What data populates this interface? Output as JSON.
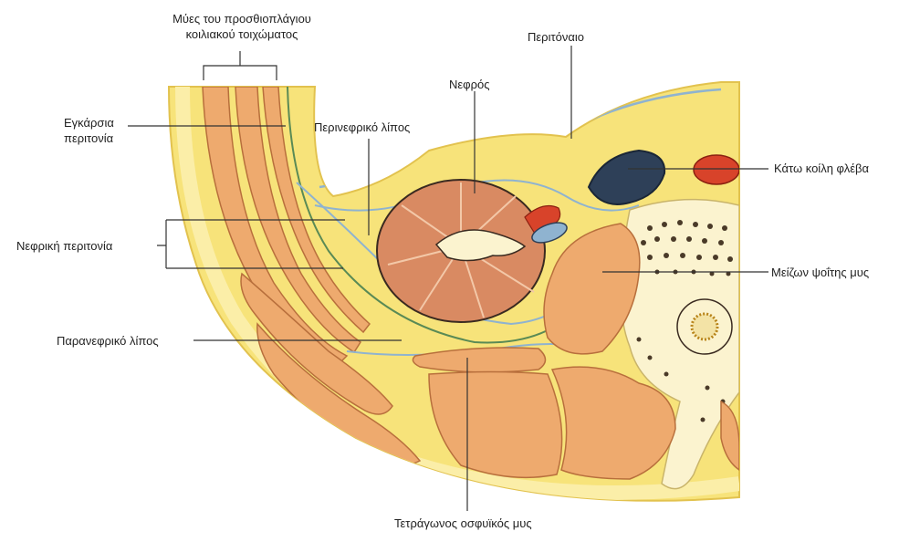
{
  "labels": {
    "muscles_line1": "Μύες του προσθιοπλάγιου",
    "muscles_line2": "κοιλιακού τοιχώματος",
    "peritoneum": "Περιτόναιο",
    "kidney": "Νεφρός",
    "transverse_fascia_line1": "Εγκάρσια",
    "transverse_fascia_line2": "περιτονία",
    "perirenal_fat": "Περινεφρικό λίπος",
    "inferior_vena_cava": "Κάτω κοίλη φλέβα",
    "renal_fascia": "Νεφρική περιτονία",
    "psoas_major": "Μείζων ψοΐτης μυς",
    "pararenal_fat": "Παρανεφρικό λίπος",
    "quadratus_lumborum": "Τετράγωνος οσφυϊκός μυς"
  },
  "colors": {
    "fat": "#f7e37a",
    "fat_edge": "#e2c24e",
    "muscle": "#eeaa6e",
    "muscle_edge": "#b86f3c",
    "kidney": "#d98a62",
    "kidney_edge": "#3a2a20",
    "fascia_blue": "#8fb3d0",
    "fascia_green": "#5a8a55",
    "vein": "#2e4058",
    "artery": "#d8432a",
    "bone": "#fbf3cf",
    "bone_dots": "#4a3a28",
    "leader": "#333333"
  }
}
